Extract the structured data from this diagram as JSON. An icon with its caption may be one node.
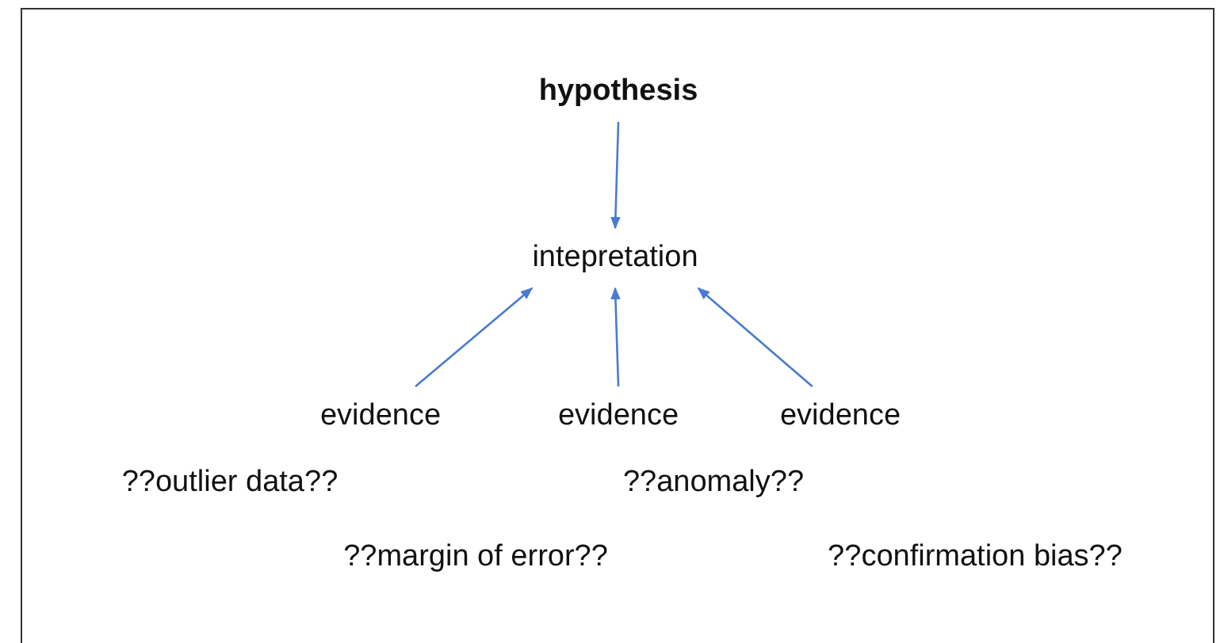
{
  "diagram": {
    "nodes": [
      {
        "text": [
          "hypothesis"
        ]
      },
      {
        "text": [
          "intepretation"
        ]
      },
      {
        "text": [
          "evidence"
        ]
      },
      {
        "text": [
          "evidence"
        ]
      },
      {
        "text": [
          "evidence"
        ]
      }
    ],
    "edges": [
      {
        "from": 0,
        "to": 1,
        "arrow": "to"
      },
      {
        "from": 2,
        "to": 1,
        "arrow": "to"
      },
      {
        "from": 3,
        "to": 1,
        "arrow": "to"
      },
      {
        "from": 4,
        "to": 1,
        "arrow": "to"
      }
    ],
    "labels": [
      "??outlier data??",
      "??anomaly??",
      "??margin of error??",
      "??confirmation bias??"
    ]
  }
}
